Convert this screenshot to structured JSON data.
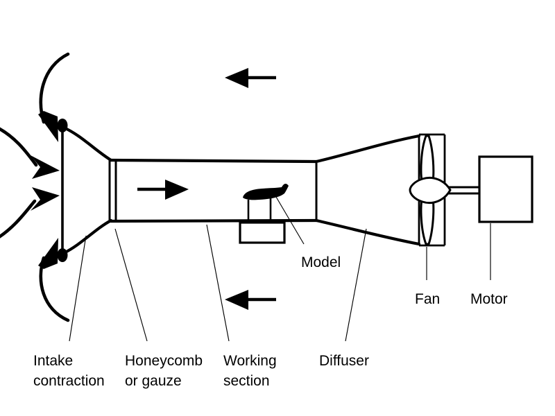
{
  "figure": {
    "subject": "wind-tunnel-schematic",
    "background_color": "#ffffff",
    "ink_color": "#000000"
  },
  "labels": {
    "intake": {
      "line1": "Intake",
      "line2": "contraction"
    },
    "honeycomb": {
      "line1": "Honeycomb",
      "line2": "or gauze"
    },
    "working": {
      "line1": "Working",
      "line2": "section"
    },
    "diffuser": {
      "line1": "Diffuser"
    },
    "model": {
      "line1": "Model"
    },
    "fan": {
      "line1": "Fan"
    },
    "motor": {
      "line1": "Motor"
    }
  },
  "components": {
    "intake_contraction": "intake-contraction-bellmouth",
    "honeycomb": "honeycomb-gauze-screen",
    "working_section": "working-section-duct",
    "model": "aircraft-model-silhouette",
    "balance": "balance-box",
    "diffuser": "diffuser-expansion",
    "fan": "propeller-fan",
    "motor": "motor-box",
    "shaft": "drive-shaft"
  },
  "flow_arrows": {
    "internal": {
      "name": "flow-arrow-right",
      "direction": "right"
    },
    "return_top": {
      "name": "return-flow-arrow-top",
      "direction": "left"
    },
    "return_bottom": {
      "name": "return-flow-arrow-bottom",
      "direction": "left"
    },
    "intake_count": 4,
    "intake_direction": "right"
  }
}
